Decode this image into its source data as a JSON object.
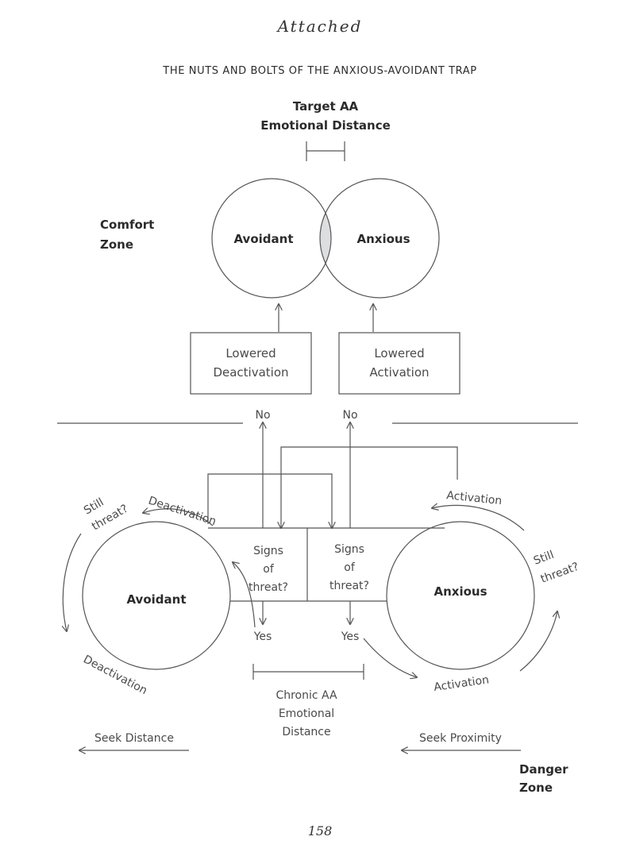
{
  "header": {
    "book_title": "Attached",
    "figure_title": "THE NUTS AND BOLTS OF THE ANXIOUS-AVOIDANT TRAP",
    "page_number": "158"
  },
  "comfort_zone": {
    "zone_label_line1": "Comfort",
    "zone_label_line2": "Zone",
    "target_line1": "Target AA",
    "target_line2": "Emotional Distance",
    "avoidant_circle": "Avoidant",
    "anxious_circle": "Anxious",
    "left_box_line1": "Lowered",
    "left_box_line2": "Deactivation",
    "right_box_line1": "Lowered",
    "right_box_line2": "Activation"
  },
  "danger_zone": {
    "zone_label_line1": "Danger",
    "zone_label_line2": "Zone",
    "avoidant_circle": "Avoidant",
    "anxious_circle": "Anxious",
    "no_left": "No",
    "no_right": "No",
    "yes_left": "Yes",
    "yes_right": "Yes",
    "signs_left": [
      "Signs",
      "of",
      "threat?"
    ],
    "signs_right": [
      "Signs",
      "of",
      "threat?"
    ],
    "still_threat_left": [
      "Still",
      "threat?"
    ],
    "still_threat_right": [
      "Still",
      "threat?"
    ],
    "deactivation_top": "Deactivation",
    "deactivation_bottom": "Deactivation",
    "activation_top": "Activation",
    "activation_bottom": "Activation",
    "chronic_line1": "Chronic AA",
    "chronic_line2": "Emotional",
    "chronic_line3": "Distance",
    "seek_distance": "Seek Distance",
    "seek_proximity": "Seek Proximity"
  },
  "colors": {
    "line": "#555555",
    "overlap_fill": "#dcdedf",
    "text": "#2b2b2b"
  }
}
